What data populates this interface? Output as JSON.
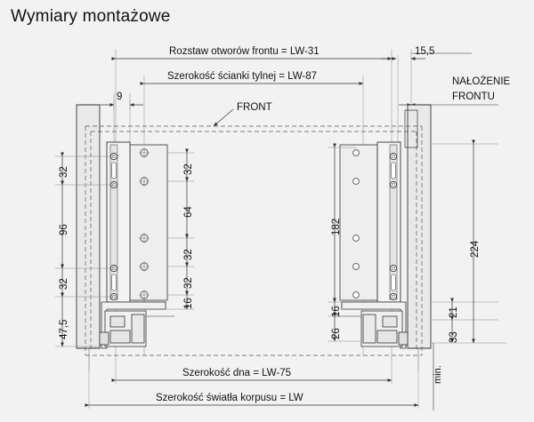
{
  "title": "Wymiary montażowe",
  "background_color": "#f2f2f2",
  "line_color": "#333333",
  "drawing": {
    "type": "technical-drawing",
    "subject": "Drawer slide mounting dimensions (front view of cabinet opening)",
    "units": "mm",
    "horizontal_dimensions": [
      {
        "id": "rozstaw-otworow",
        "label": "Rozstaw otworów frontu = LW-31",
        "value": "LW-31"
      },
      {
        "id": "szerokosc-scianki",
        "label": "Szerokość ścianki tylnej = LW-87",
        "value": "LW-87"
      },
      {
        "id": "dim-9",
        "label": "9",
        "value": 9
      },
      {
        "id": "dim-15-5",
        "label": "15,5",
        "value": 15.5
      },
      {
        "id": "szerokosc-dna",
        "label": "Szerokość dna = LW-75",
        "value": "LW-75"
      },
      {
        "id": "szerokosc-swiatla",
        "label": "Szerokość światła korpusu = LW",
        "value": "LW"
      }
    ],
    "vertical_dimensions_left": [
      {
        "id": "left-32a",
        "label": "32",
        "value": 32
      },
      {
        "id": "left-96",
        "label": "96",
        "value": 96
      },
      {
        "id": "left-32b",
        "label": "32",
        "value": 32
      },
      {
        "id": "left-47-5",
        "label": "47,5",
        "value": 47.5
      }
    ],
    "vertical_dimensions_inner": [
      {
        "id": "inner-32a",
        "label": "32",
        "value": 32
      },
      {
        "id": "inner-64",
        "label": "64",
        "value": 64
      },
      {
        "id": "inner-32b",
        "label": "32",
        "value": 32
      },
      {
        "id": "inner-32c",
        "label": "32",
        "value": 32
      },
      {
        "id": "inner-16",
        "label": "16",
        "value": 16
      }
    ],
    "vertical_dimensions_right_inner": [
      {
        "id": "right-182",
        "label": "182",
        "value": 182
      },
      {
        "id": "right-16",
        "label": "16",
        "value": 16
      },
      {
        "id": "right-26",
        "label": "26",
        "value": 26
      }
    ],
    "vertical_dimensions_far_right": [
      {
        "id": "far-224",
        "label": "224",
        "value": 224
      },
      {
        "id": "far-21",
        "label": "21",
        "value": 21
      },
      {
        "id": "far-33",
        "label": "33",
        "value": 33
      },
      {
        "id": "far-min",
        "label": "min.",
        "value": "min."
      }
    ],
    "annotations": [
      {
        "id": "front",
        "label": "FRONT"
      },
      {
        "id": "nalozenie-frontu-line1",
        "label": "NAŁOŻENIE"
      },
      {
        "id": "nalozenie-frontu-line2",
        "label": "FRONTU"
      }
    ]
  }
}
